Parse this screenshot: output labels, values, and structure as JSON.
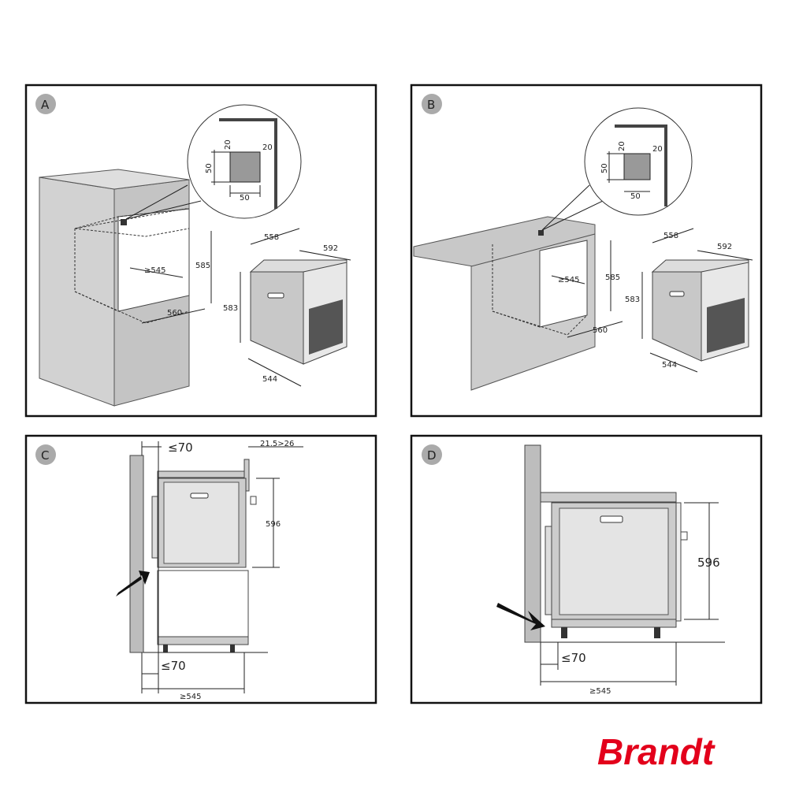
{
  "panels": {
    "a": {
      "label": "A",
      "inset": {
        "top": "20",
        "right": "20",
        "height": "50",
        "width": "50"
      },
      "niche": {
        "depth": "≥545",
        "height": "585",
        "width": "560"
      },
      "oven": {
        "depth": "558",
        "width": "592",
        "height": "583",
        "body_width": "544"
      }
    },
    "b": {
      "label": "B",
      "inset": {
        "top": "20",
        "right": "20",
        "height": "50",
        "width": "50"
      },
      "niche": {
        "depth": "≥545",
        "height": "585",
        "width": "560"
      },
      "oven": {
        "depth": "558",
        "width": "592",
        "height": "583",
        "body_width": "544"
      }
    },
    "c": {
      "label": "C",
      "gap_top": "≤70",
      "panel_thickness": "21.5>26",
      "height": "596",
      "gap_bottom": "≤70",
      "depth": "≥545"
    },
    "d": {
      "label": "D",
      "height": "596",
      "gap_bottom": "≤70",
      "depth": "≥545"
    }
  },
  "brand": {
    "name": "Brandt",
    "color": "#e3001b"
  },
  "colors": {
    "panel_fill": "#c6c6c6",
    "light_fill": "#dcdcdc",
    "badge": "#aaaaaa"
  }
}
